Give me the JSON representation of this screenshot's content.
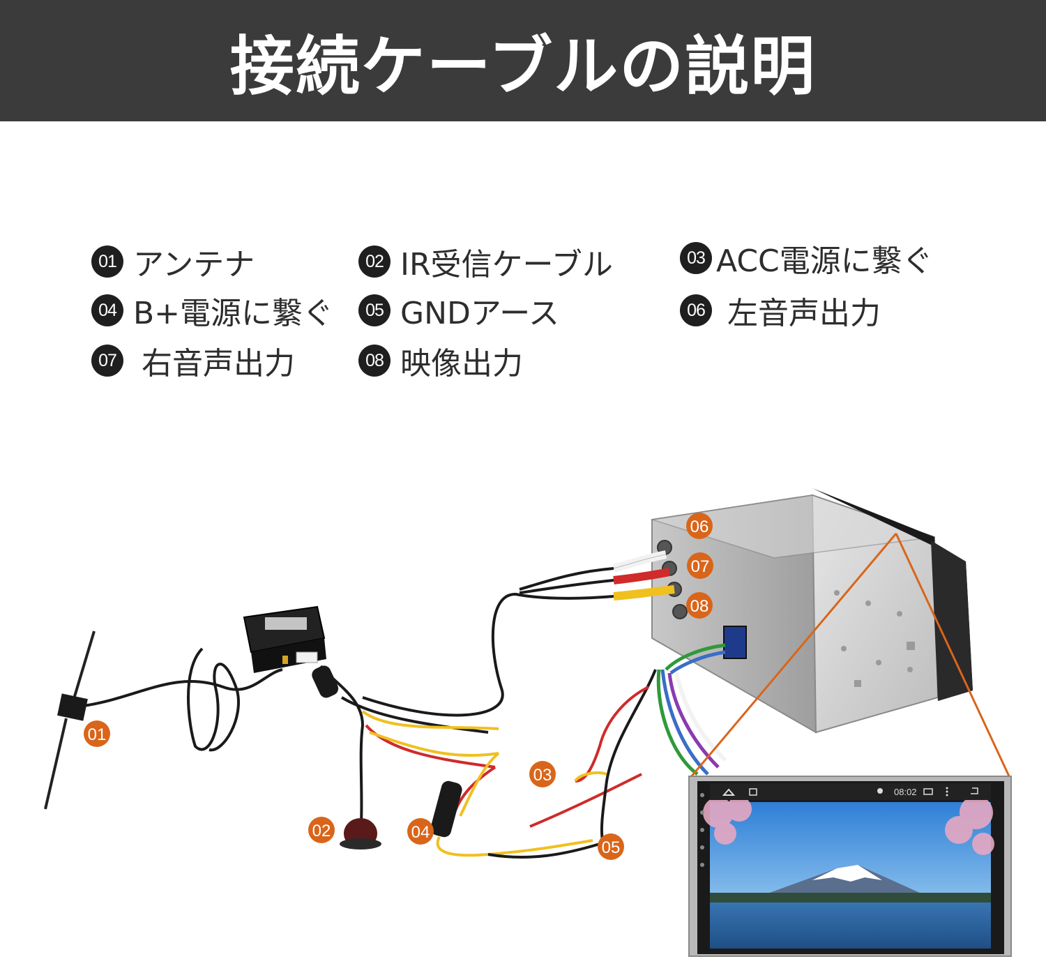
{
  "header": {
    "title": "接続ケーブルの説明"
  },
  "legend": [
    {
      "num": "01",
      "label": "アンテナ"
    },
    {
      "num": "02",
      "label": "IR受信ケーブル"
    },
    {
      "num": "03",
      "label": "ACC電源に繋ぐ"
    },
    {
      "num": "04",
      "label": "B+電源に繋ぐ"
    },
    {
      "num": "05",
      "label": "GNDアース"
    },
    {
      "num": "06",
      "label": "左音声出力"
    },
    {
      "num": "07",
      "label": "右音声出力"
    },
    {
      "num": "08",
      "label": "映像出力"
    }
  ],
  "callouts": {
    "c01": "01",
    "c02": "02",
    "c03": "03",
    "c04": "04",
    "c05": "05",
    "c06": "06",
    "c07": "07",
    "c08": "08"
  },
  "screen": {
    "time": "08:02"
  },
  "colors": {
    "header_bg": "#3b3b3b",
    "badge": "#1f1f1f",
    "callout": "#d9651a",
    "wire_red": "#d02a2a",
    "wire_yellow": "#f0c020"
  }
}
